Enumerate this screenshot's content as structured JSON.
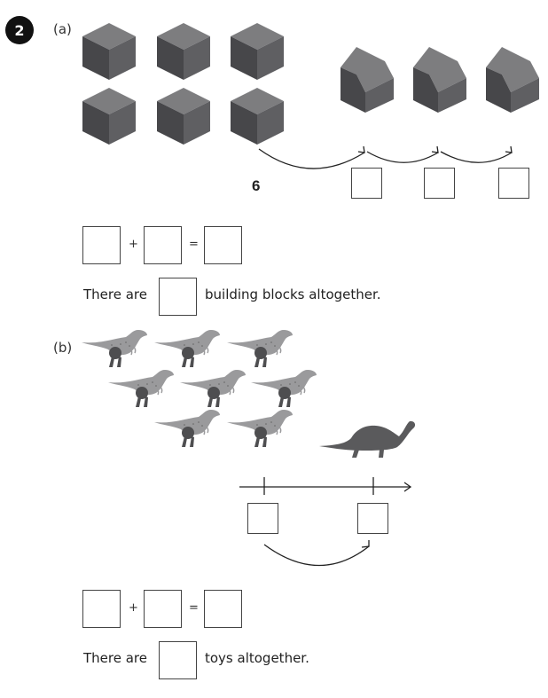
{
  "question": {
    "number": "2",
    "part_a": {
      "label": "(a)",
      "blocks": {
        "item": "cube",
        "count": 6,
        "rows": 2,
        "cols": 3
      },
      "houses": {
        "item": "house-block",
        "count": 3
      },
      "number_line_start": "6",
      "number_line_boxes": [
        "",
        "",
        ""
      ],
      "equation": {
        "operand1": "",
        "operator": "+",
        "operand2": "",
        "equals": "=",
        "result": ""
      },
      "sentence": {
        "prefix": "There are",
        "answer": "",
        "suffix": "building blocks altogether."
      }
    },
    "part_b": {
      "label": "(b)",
      "dinosaurs_small": {
        "item": "t-rex",
        "count": 8,
        "rows": [
          3,
          3,
          2
        ]
      },
      "dinosaurs_large": {
        "item": "long-neck-dinosaur",
        "count": 1
      },
      "number_line_boxes": [
        "",
        ""
      ],
      "equation": {
        "operand1": "",
        "operator": "+",
        "operand2": "",
        "equals": "=",
        "result": ""
      },
      "sentence": {
        "prefix": "There are",
        "answer": "",
        "suffix": "toys altogether."
      }
    }
  }
}
